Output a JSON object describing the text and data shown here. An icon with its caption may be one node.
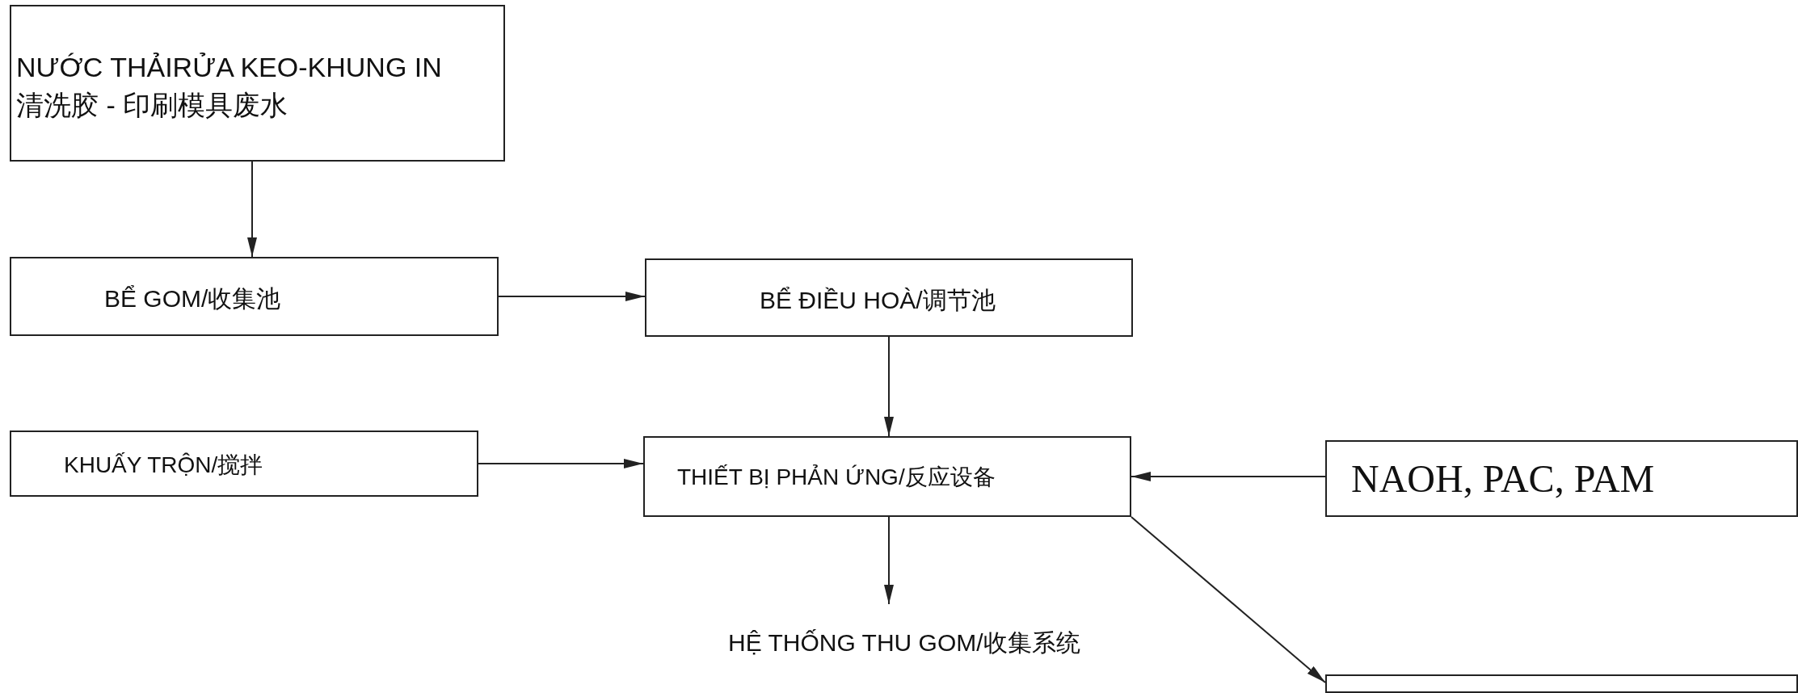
{
  "diagram": {
    "nodes": [
      {
        "text": [
          "NƯỚC THẢIRỬA KEO-KHUNG IN",
          "清洗胶  - 印刷模具废水"
        ]
      },
      {
        "text": [
          "BỂ GOM/收集池"
        ]
      },
      {
        "text": [
          "BỂ ĐIỀU HOÀ/调节池"
        ]
      },
      {
        "text": [
          "KHUẤY TRỘN/搅拌"
        ]
      },
      {
        "text": [
          "THIẾT BỊ PHẢN ỨNG/反应设备"
        ]
      },
      {
        "text": [
          "NAOH, PAC, PAM"
        ]
      },
      {
        "text": [
          "HỆ THỐNG THU GOM/收集系统"
        ]
      },
      {
        "text": [],
        "shape": "box"
      }
    ],
    "edges": [
      {
        "from": 0,
        "to": 1,
        "arrow": "to"
      },
      {
        "from": 1,
        "to": 2,
        "arrow": "to"
      },
      {
        "from": 2,
        "to": 4,
        "arrow": "to"
      },
      {
        "from": 3,
        "to": 4,
        "arrow": "to"
      },
      {
        "from": 5,
        "to": 4,
        "arrow": "to"
      },
      {
        "from": 4,
        "to": 6,
        "arrow": "to"
      },
      {
        "from": 4,
        "to": 7,
        "arrow": "to"
      }
    ]
  }
}
